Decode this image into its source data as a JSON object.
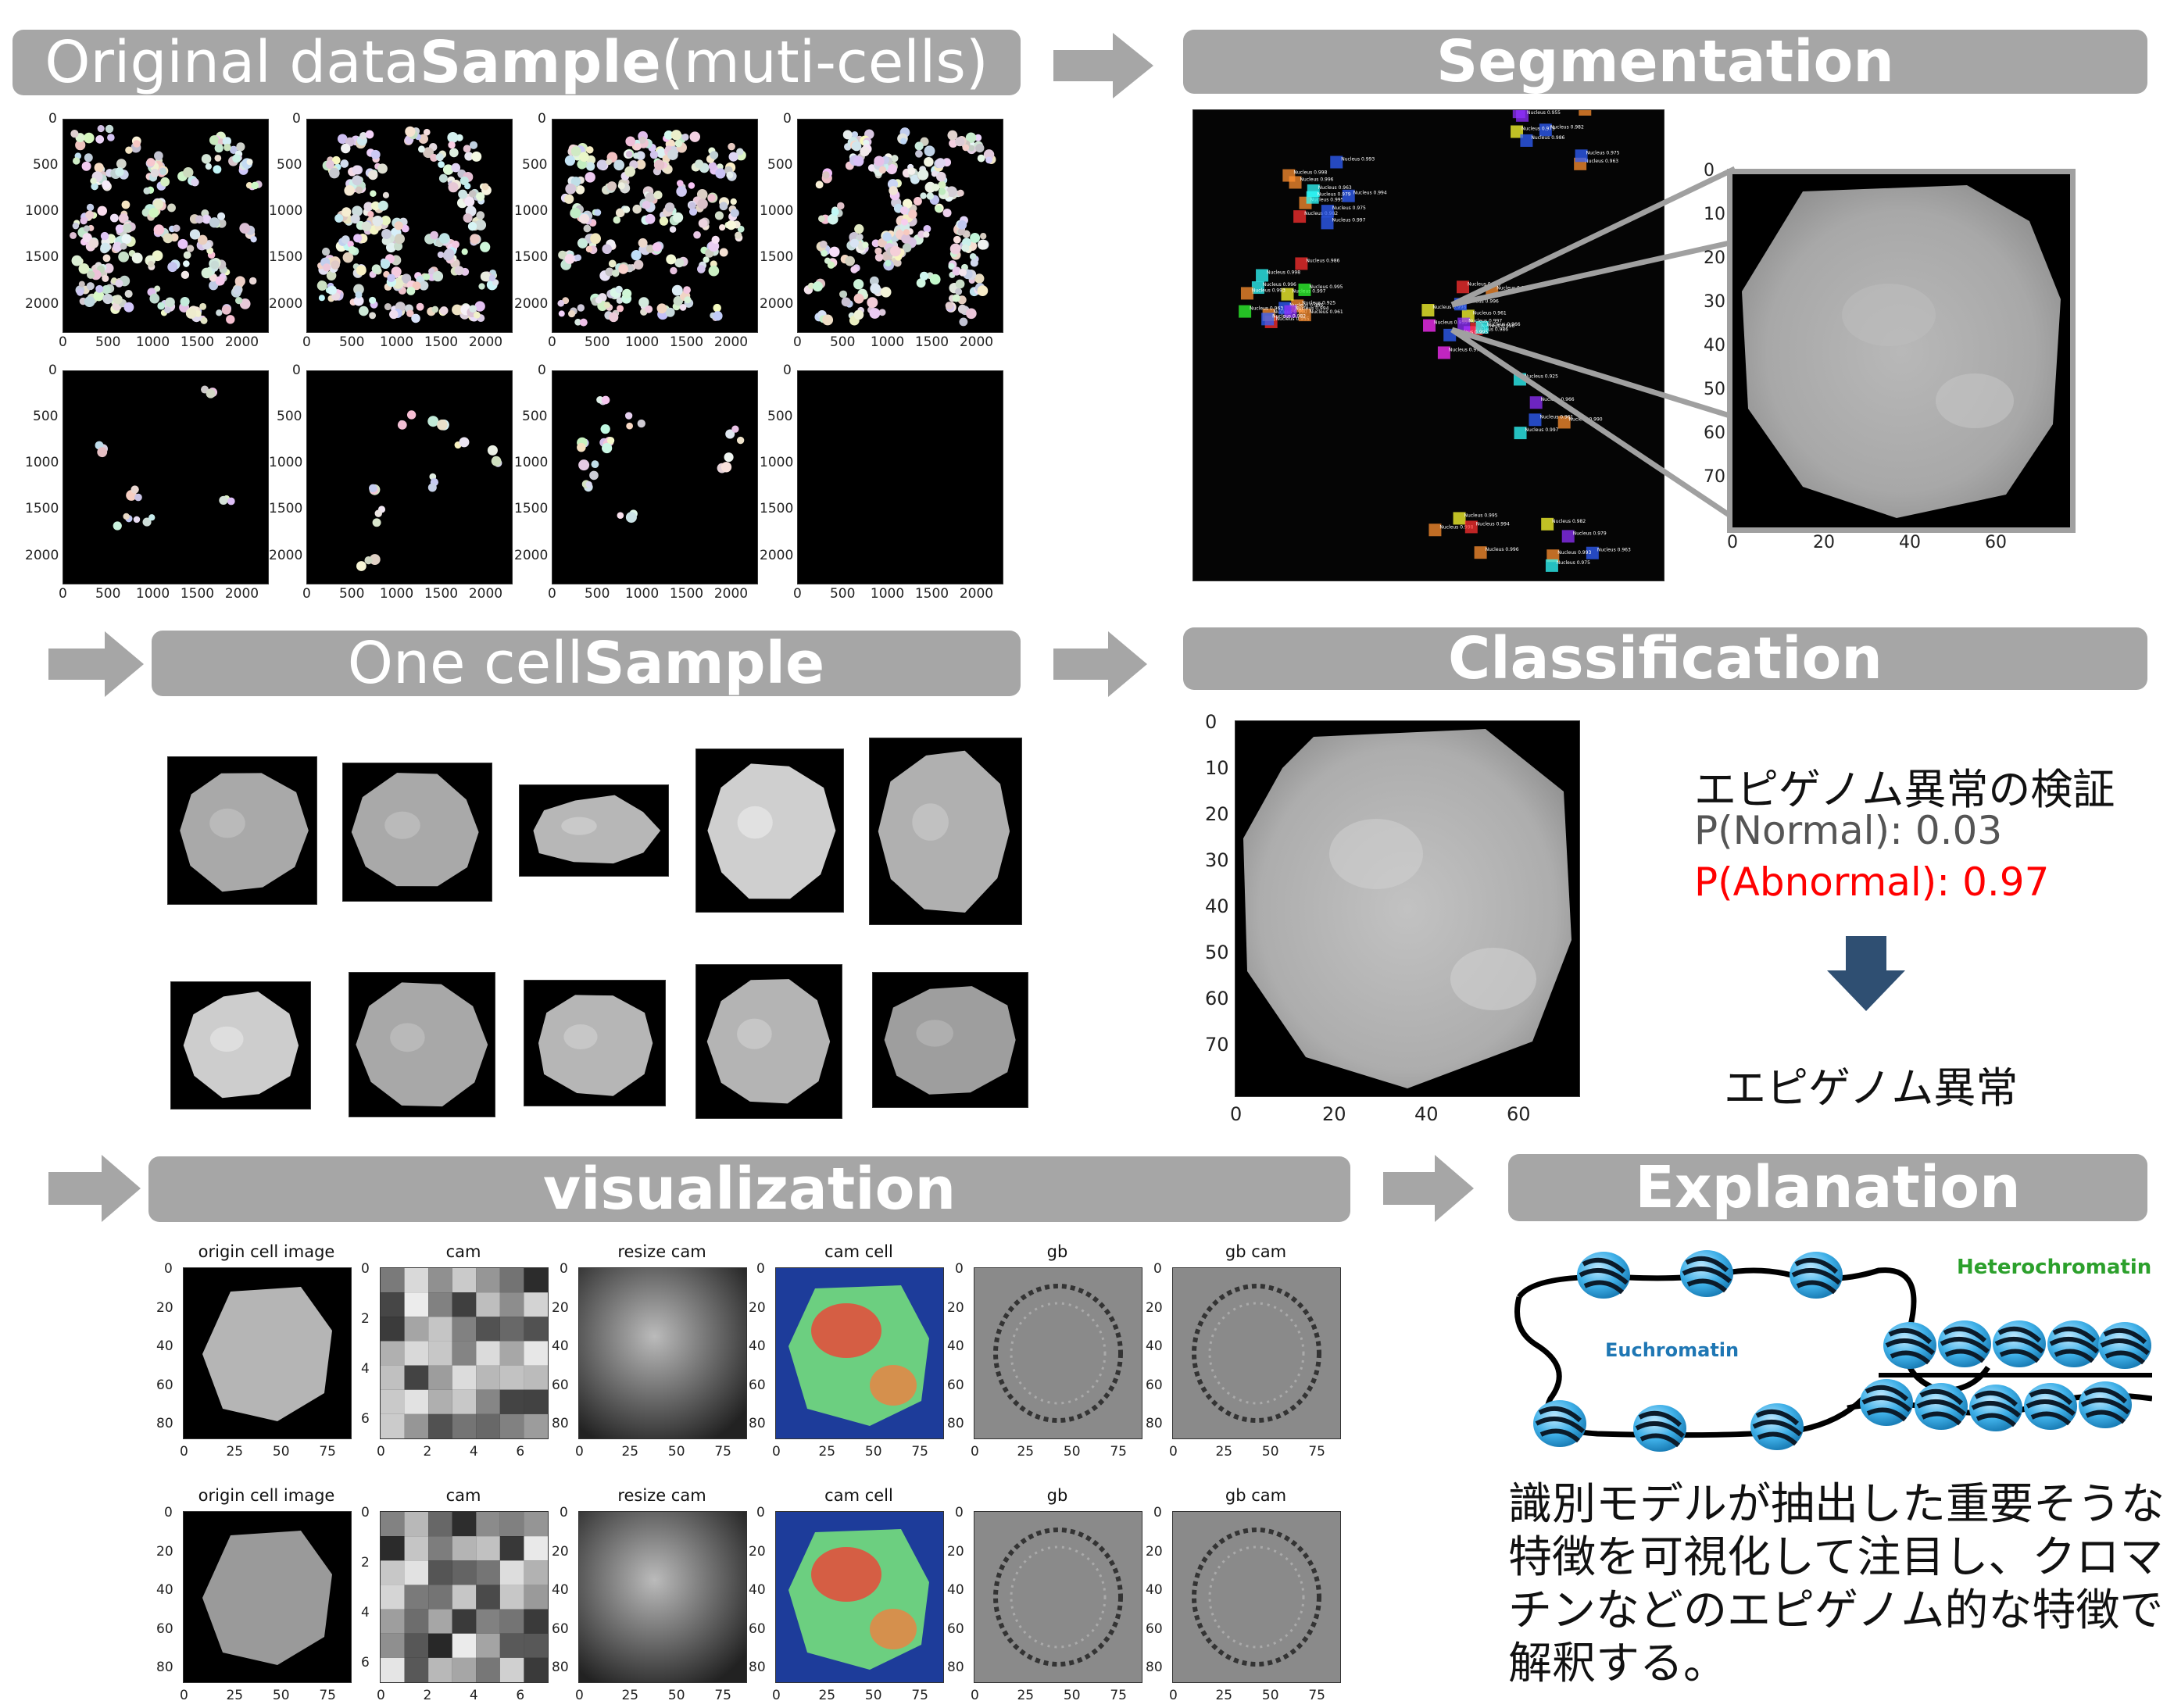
{
  "banners": {
    "original": {
      "thin_prefix": "Original data ",
      "bold": "Sample",
      "thin_suffix": " (muti-cells)"
    },
    "segmentation": {
      "bold": "Segmentation"
    },
    "one_cell": {
      "thin_prefix": "One cell ",
      "bold": "Sample"
    },
    "classification": {
      "bold": "Classification"
    },
    "visualization": {
      "bold": "visualization"
    },
    "explanation": {
      "bold": "Explanation"
    }
  },
  "multi_ticks": {
    "y": [
      "0",
      "500",
      "1000",
      "1500",
      "2000"
    ],
    "x": [
      "0",
      "500",
      "1000",
      "1500",
      "2000"
    ]
  },
  "zoom_ticks": {
    "y": [
      "0",
      "10",
      "20",
      "30",
      "40",
      "50",
      "60",
      "70"
    ],
    "x": [
      "0",
      "20",
      "40",
      "60"
    ]
  },
  "classification": {
    "title": "エピゲノム異常の検証",
    "p_normal_label": "P(Normal):",
    "p_normal_value": "0.03",
    "p_abnormal_label": "P(Abnormal):",
    "p_abnormal_value": "0.97",
    "result": "エピゲノム異常",
    "colors": {
      "normal": "#555555",
      "abnormal": "#ff0000",
      "arrow": "#2f4f72"
    }
  },
  "visualization": {
    "panel_titles": [
      "origin cell image",
      "cam",
      "resize cam",
      "cam cell",
      "gb",
      "gb cam"
    ],
    "x_ticks_80": [
      "0",
      "25",
      "50",
      "75"
    ],
    "y_ticks_80": [
      "0",
      "20",
      "40",
      "60",
      "80"
    ],
    "cam_x_ticks": [
      "0",
      "2",
      "4",
      "6"
    ],
    "cam_y_ticks": [
      "0",
      "2",
      "4",
      "6"
    ]
  },
  "explanation": {
    "heterochromatin": "Heterochromatin",
    "euchromatin": "Euchromatin",
    "caption": [
      "識別モデルが抽出した重要そうな",
      "特徴を可視化して注目し、クロマ",
      "チンなどのエピゲノム的な特徴で",
      "解釈する。"
    ],
    "colors": {
      "heterochromatin": "#2ca02c",
      "euchromatin": "#1f77b4",
      "nucleosome": "#3fb0e8"
    }
  },
  "segmentation": {
    "detections": [
      "Nucleus 0.997",
      "Nucleus 0.998",
      "Nucleus 0.996",
      "Nucleus 0.995",
      "Nucleus 0.994",
      "Nucleus 0.963",
      "Nucleus 0.982",
      "Nucleus 0.993",
      "Nucleus 0.979",
      "Nucleus 0.975",
      "Nucleus 0.986",
      "Nucleus 0.955",
      "Nucleus 0.925",
      "Nucleus 0.990",
      "Nucleus 0.966",
      "Nucleus 0.961"
    ]
  }
}
